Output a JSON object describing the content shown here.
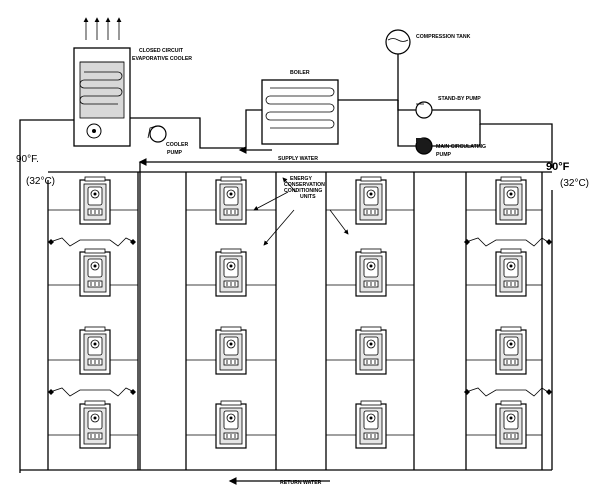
{
  "labels": {
    "cooler_title_1": "CLOSED CIRCUIT",
    "cooler_title_2": "EVAPORATIVE COOLER",
    "boiler": "BOILER",
    "compression_tank": "COMPRESSION TANK",
    "standby_pump": "STAND-BY PUMP",
    "main_pump_1": "MAIN CIRCULATING",
    "main_pump_2": "PUMP",
    "cooler_pump_1": "COOLER",
    "cooler_pump_2": "PUMP",
    "supply_water": "SUPPLY WATER",
    "return_water": "RETURN WATER",
    "units_1": "ENERGY",
    "units_2": "CONSERVATION",
    "units_3": "CONDITIONING",
    "units_4": "UNITS",
    "temp_left_f": "90°F.",
    "temp_left_c": "(32°C)",
    "temp_right_f": "90°F",
    "temp_right_c": "(32°C)"
  },
  "units": [
    {
      "unit_id": "1"
    },
    {
      "unit_id": "2"
    },
    {
      "unit_id": "3"
    },
    {
      "unit_id": "4"
    },
    {
      "unit_id": "5"
    },
    {
      "unit_id": "6"
    },
    {
      "unit_id": "7"
    },
    {
      "unit_id": "8"
    },
    {
      "unit_id": "9"
    },
    {
      "unit_id": "10"
    },
    {
      "unit_id": "11"
    },
    {
      "unit_id": "12"
    },
    {
      "unit_id": "13"
    },
    {
      "unit_id": "14"
    },
    {
      "unit_id": "15"
    },
    {
      "unit_id": "16"
    }
  ]
}
